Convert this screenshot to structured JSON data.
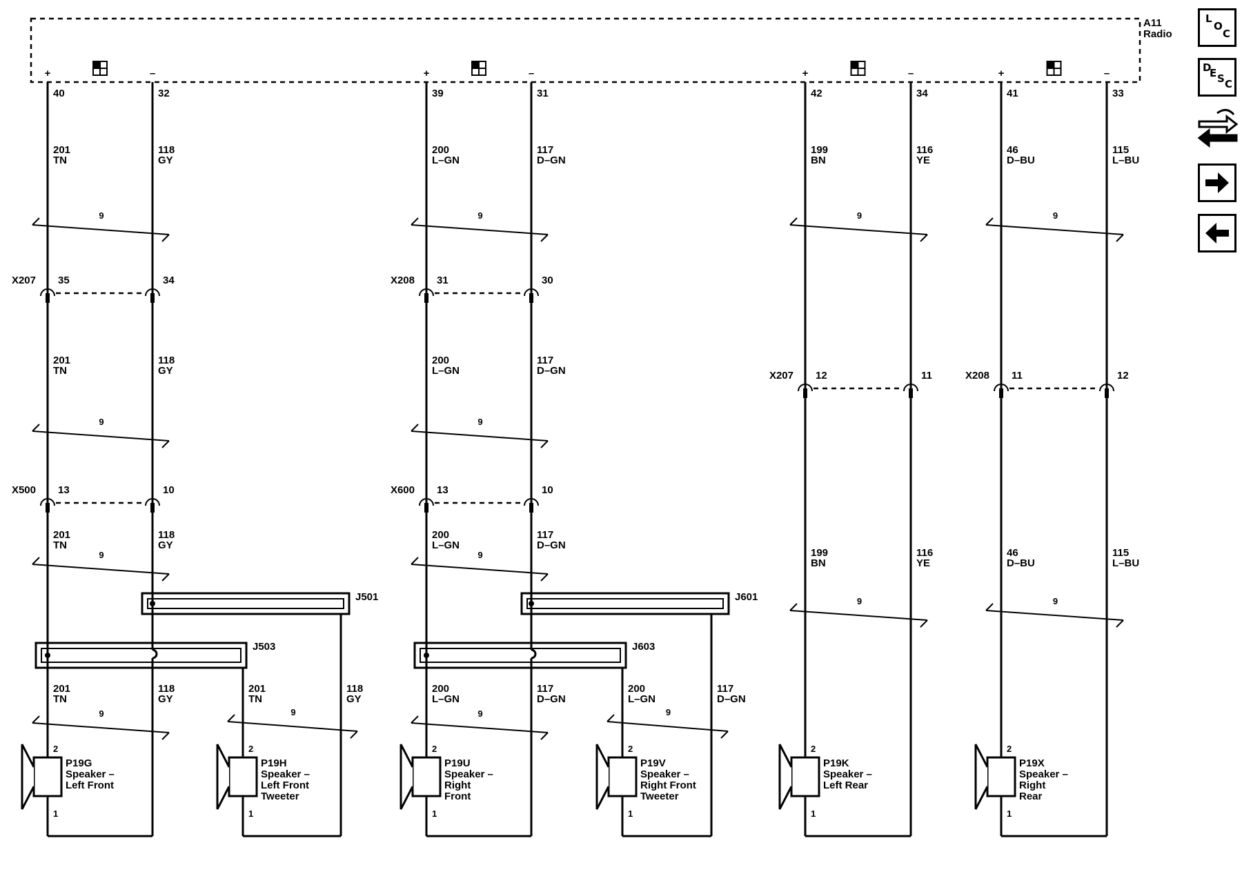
{
  "module": {
    "id": "A11",
    "name": "Radio"
  },
  "nav": {
    "loc": [
      "L",
      "O",
      "C"
    ],
    "desc": [
      "D",
      "E",
      "S",
      "C"
    ]
  },
  "pole": {
    "plus": "+",
    "minus": "–"
  },
  "splice_count": "9",
  "channels": [
    {
      "key": "lf",
      "pos": {
        "pin": "40",
        "circuit": "201",
        "color": "TN"
      },
      "neg": {
        "pin": "32",
        "circuit": "118",
        "color": "GY"
      },
      "c1": {
        "id": "X207",
        "pos_pin": "35",
        "neg_pin": "34"
      },
      "c2": {
        "id": "X500",
        "pos_pin": "13",
        "neg_pin": "10"
      },
      "j_neg": "J501",
      "j_pos": "J503",
      "woofer": {
        "id": "P19G",
        "lines": [
          "Speaker –",
          "Left Front"
        ],
        "pin_top": "2",
        "pin_bottom": "1"
      },
      "tweeter": {
        "id": "P19H",
        "lines": [
          "Speaker –",
          "Left Front",
          "Tweeter"
        ],
        "pin_top": "2",
        "pin_bottom": "1"
      }
    },
    {
      "key": "rf",
      "pos": {
        "pin": "39",
        "circuit": "200",
        "color": "L–GN"
      },
      "neg": {
        "pin": "31",
        "circuit": "117",
        "color": "D–GN"
      },
      "c1": {
        "id": "X208",
        "pos_pin": "31",
        "neg_pin": "30"
      },
      "c2": {
        "id": "X600",
        "pos_pin": "13",
        "neg_pin": "10"
      },
      "j_neg": "J601",
      "j_pos": "J603",
      "woofer": {
        "id": "P19U",
        "lines": [
          "Speaker –",
          "Right",
          "Front"
        ],
        "pin_top": "2",
        "pin_bottom": "1"
      },
      "tweeter": {
        "id": "P19V",
        "lines": [
          "Speaker –",
          "Right Front",
          "Tweeter"
        ],
        "pin_top": "2",
        "pin_bottom": "1"
      }
    },
    {
      "key": "lr",
      "pos": {
        "pin": "42",
        "circuit": "199",
        "color": "BN"
      },
      "neg": {
        "pin": "34",
        "circuit": "116",
        "color": "YE"
      },
      "c1": {
        "id": "X207",
        "pos_pin": "12",
        "neg_pin": "11"
      },
      "speaker": {
        "id": "P19K",
        "lines": [
          "Speaker –",
          "Left Rear"
        ],
        "pin_top": "2",
        "pin_bottom": "1"
      }
    },
    {
      "key": "rr",
      "pos": {
        "pin": "41",
        "circuit": "46",
        "color": "D–BU"
      },
      "neg": {
        "pin": "33",
        "circuit": "115",
        "color": "L–BU"
      },
      "c1": {
        "id": "X208",
        "pos_pin": "11",
        "neg_pin": "12"
      },
      "speaker": {
        "id": "P19X",
        "lines": [
          "Speaker –",
          "Right",
          "Rear"
        ],
        "pin_top": "2",
        "pin_bottom": "1"
      }
    }
  ]
}
